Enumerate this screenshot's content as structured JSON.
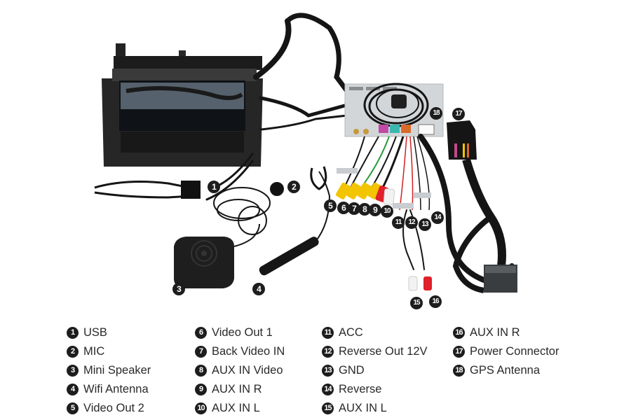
{
  "diagram": {
    "markers": [
      {
        "num": "1",
        "name": "USB"
      },
      {
        "num": "2",
        "name": "MIC"
      },
      {
        "num": "3",
        "name": "Mini Speaker"
      },
      {
        "num": "4",
        "name": "Wifi Antenna"
      },
      {
        "num": "5",
        "name": "Video Out 2"
      },
      {
        "num": "6",
        "name": "Video Out 1"
      },
      {
        "num": "7",
        "name": "Back Video IN"
      },
      {
        "num": "8",
        "name": "AUX IN Video"
      },
      {
        "num": "9",
        "name": "AUX IN R"
      },
      {
        "num": "10",
        "name": "AUX IN L"
      },
      {
        "num": "11",
        "name": "ACC"
      },
      {
        "num": "12",
        "name": "Reverse Out 12V"
      },
      {
        "num": "13",
        "name": "GND"
      },
      {
        "num": "14",
        "name": "Reverse"
      },
      {
        "num": "15",
        "name": "AUX IN L"
      },
      {
        "num": "16",
        "name": "AUX IN R"
      },
      {
        "num": "17",
        "name": "Power Connector"
      },
      {
        "num": "18",
        "name": "GPS Antenna"
      }
    ]
  },
  "legend": {
    "columns": [
      [
        {
          "num": "1",
          "label": "USB"
        },
        {
          "num": "2",
          "label": "MIC"
        },
        {
          "num": "3",
          "label": "Mini Speaker"
        },
        {
          "num": "4",
          "label": "Wifi Antenna"
        },
        {
          "num": "5",
          "label": "Video Out 2"
        }
      ],
      [
        {
          "num": "6",
          "label": "Video Out 1"
        },
        {
          "num": "7",
          "label": "Back Video IN"
        },
        {
          "num": "8",
          "label": "AUX IN Video"
        },
        {
          "num": "9",
          "label": "AUX IN R"
        },
        {
          "num": "10",
          "label": "AUX IN L"
        }
      ],
      [
        {
          "num": "11",
          "label": "ACC"
        },
        {
          "num": "12",
          "label": "Reverse Out 12V"
        },
        {
          "num": "13",
          "label": "GND"
        },
        {
          "num": "14",
          "label": "Reverse"
        },
        {
          "num": "15",
          "label": "AUX IN L"
        }
      ],
      [
        {
          "num": "16",
          "label": "AUX IN R"
        },
        {
          "num": "17",
          "label": "Power Connector"
        },
        {
          "num": "18",
          "label": "GPS Antenna"
        }
      ]
    ]
  },
  "colors": {
    "cable": "#151515",
    "box": "#d3d6d8",
    "rca_yellow": "#f2c500",
    "rca_red": "#e0202a",
    "rca_white": "#f2f2f2",
    "badge": "#1d1d1d"
  }
}
